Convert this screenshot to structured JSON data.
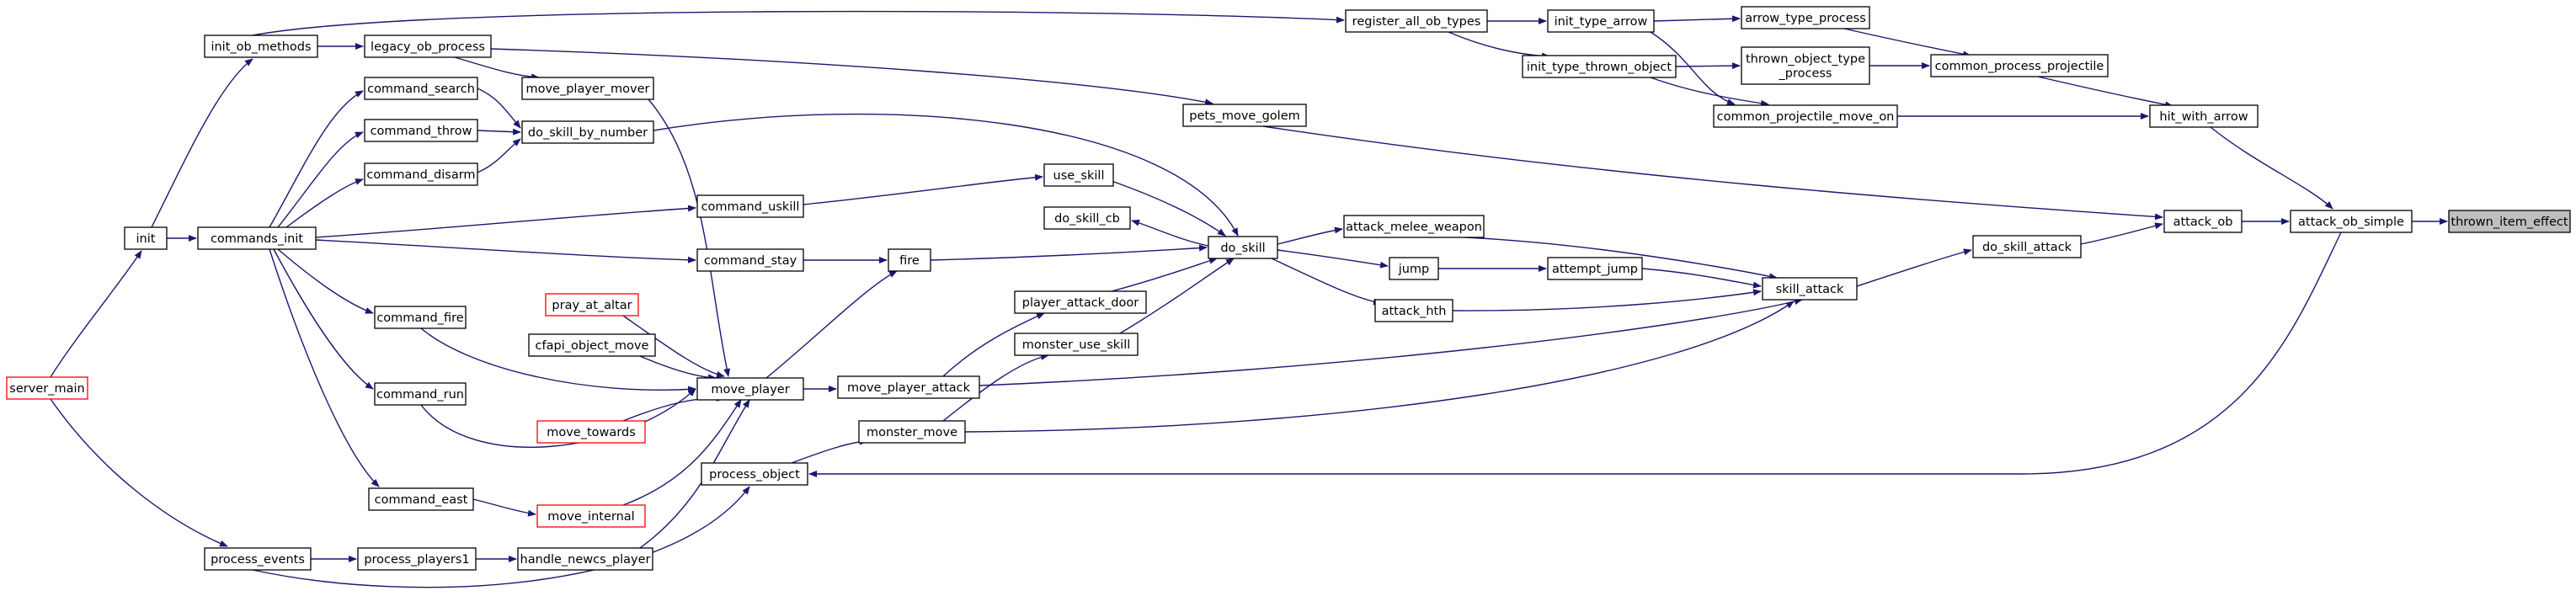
{
  "graph": {
    "edge_color": "#191970",
    "highlight_fill": "#bfbfbf",
    "alert_stroke": "#ff0000",
    "nodes": [
      {
        "id": "thrown_item_effect",
        "label": "thrown_item_effect",
        "style": "root"
      },
      {
        "id": "attack_ob_simple",
        "label": "attack_ob_simple"
      },
      {
        "id": "attack_ob",
        "label": "attack_ob"
      },
      {
        "id": "hit_with_arrow",
        "label": "hit_with_arrow"
      },
      {
        "id": "do_skill_attack",
        "label": "do_skill_attack"
      },
      {
        "id": "skill_attack",
        "label": "skill_attack"
      },
      {
        "id": "common_process_projectile",
        "label": "common_process_projectile"
      },
      {
        "id": "arrow_type_process",
        "label": "arrow_type_process"
      },
      {
        "id": "thrown_object_type_process",
        "label": "thrown_object_type\n_process"
      },
      {
        "id": "common_projectile_move_on",
        "label": "common_projectile_move_on"
      },
      {
        "id": "init_type_arrow",
        "label": "init_type_arrow"
      },
      {
        "id": "init_type_thrown_object",
        "label": "init_type_thrown_object"
      },
      {
        "id": "register_all_ob_types",
        "label": "register_all_ob_types"
      },
      {
        "id": "pets_move_golem",
        "label": "pets_move_golem"
      },
      {
        "id": "attack_melee_weapon",
        "label": "attack_melee_weapon"
      },
      {
        "id": "attempt_jump",
        "label": "attempt_jump"
      },
      {
        "id": "jump",
        "label": "jump"
      },
      {
        "id": "attack_hth",
        "label": "attack_hth"
      },
      {
        "id": "do_skill",
        "label": "do_skill"
      },
      {
        "id": "use_skill",
        "label": "use_skill"
      },
      {
        "id": "do_skill_cb",
        "label": "do_skill_cb"
      },
      {
        "id": "player_attack_door",
        "label": "player_attack_door"
      },
      {
        "id": "monster_use_skill",
        "label": "monster_use_skill"
      },
      {
        "id": "fire",
        "label": "fire"
      },
      {
        "id": "do_skill_by_number",
        "label": "do_skill_by_number"
      },
      {
        "id": "command_uskill",
        "label": "command_uskill"
      },
      {
        "id": "command_stay",
        "label": "command_stay"
      },
      {
        "id": "move_player_attack",
        "label": "move_player_attack"
      },
      {
        "id": "monster_move",
        "label": "monster_move"
      },
      {
        "id": "process_object",
        "label": "process_object"
      },
      {
        "id": "move_player",
        "label": "move_player"
      },
      {
        "id": "move_player_mover",
        "label": "move_player_mover"
      },
      {
        "id": "legacy_ob_process",
        "label": "legacy_ob_process"
      },
      {
        "id": "init_ob_methods",
        "label": "init_ob_methods"
      },
      {
        "id": "command_search",
        "label": "command_search"
      },
      {
        "id": "command_throw",
        "label": "command_throw"
      },
      {
        "id": "command_disarm",
        "label": "command_disarm"
      },
      {
        "id": "commands_init",
        "label": "commands_init"
      },
      {
        "id": "command_fire",
        "label": "command_fire"
      },
      {
        "id": "command_run",
        "label": "command_run"
      },
      {
        "id": "command_east",
        "label": "command_east"
      },
      {
        "id": "pray_at_altar",
        "label": "pray_at_altar",
        "style": "red"
      },
      {
        "id": "cfapi_object_move",
        "label": "cfapi_object_move"
      },
      {
        "id": "move_towards",
        "label": "move_towards",
        "style": "red"
      },
      {
        "id": "move_internal",
        "label": "move_internal",
        "style": "red"
      },
      {
        "id": "handle_newcs_player",
        "label": "handle_newcs_player"
      },
      {
        "id": "process_players1",
        "label": "process_players1"
      },
      {
        "id": "process_events",
        "label": "process_events"
      },
      {
        "id": "init",
        "label": "init"
      },
      {
        "id": "server_main",
        "label": "server_main",
        "style": "red"
      }
    ]
  }
}
